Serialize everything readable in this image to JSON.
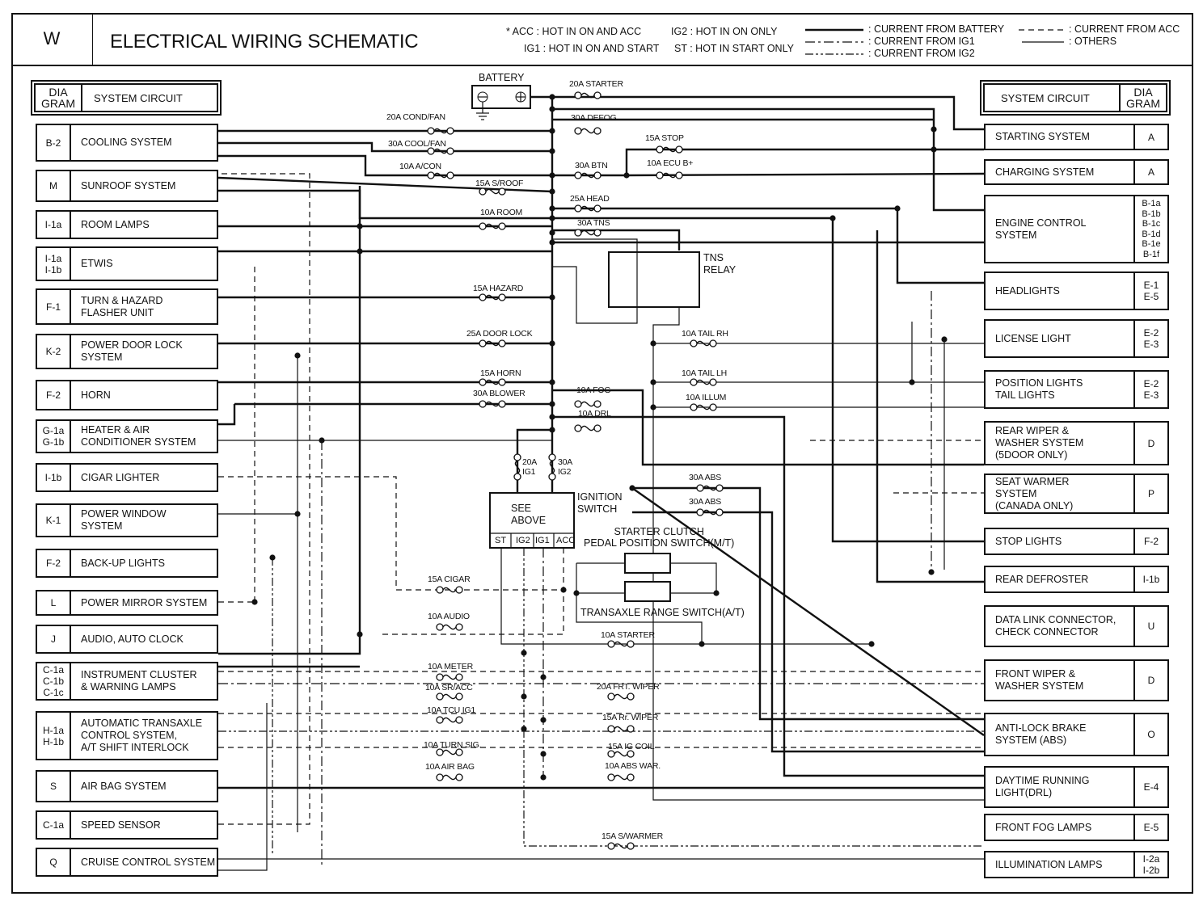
{
  "header": {
    "section_code": "W",
    "title": "ELECTRICAL WIRING SCHEMATIC",
    "legend_notes": [
      "* ACC : HOT IN ON AND ACC",
      "IG1 : HOT IN ON AND START",
      "IG2 : HOT IN ON ONLY",
      "ST : HOT IN START ONLY"
    ],
    "line_legend": [
      {
        "style": "thick-solid",
        "label": ": CURRENT FROM BATTERY"
      },
      {
        "style": "dash-dot",
        "label": ": CURRENT FROM IG1"
      },
      {
        "style": "dash-dot-dot",
        "label": ": CURRENT FROM IG2"
      },
      {
        "style": "dashed",
        "label": ": CURRENT FROM ACC"
      },
      {
        "style": "thin-solid",
        "label": ": OTHERS"
      }
    ]
  },
  "column_header": {
    "diagram": "DIA GRAM",
    "diagram_line1": "DIA",
    "diagram_line2": "GRAM",
    "system": "SYSTEM CIRCUIT"
  },
  "left_systems": [
    {
      "code": "B-2",
      "name": "COOLING SYSTEM"
    },
    {
      "code": "M",
      "name": "SUNROOF SYSTEM"
    },
    {
      "code": "I-1a",
      "name": "ROOM LAMPS"
    },
    {
      "code": "I-1a\nI-1b",
      "name": "ETWIS"
    },
    {
      "code": "F-1",
      "name": "TURN & HAZARD\nFLASHER UNIT"
    },
    {
      "code": "K-2",
      "name": "POWER DOOR LOCK\nSYSTEM"
    },
    {
      "code": "F-2",
      "name": "HORN"
    },
    {
      "code": "G-1a\nG-1b",
      "name": "HEATER & AIR\nCONDITIONER SYSTEM"
    },
    {
      "code": "I-1b",
      "name": "CIGAR LIGHTER"
    },
    {
      "code": "K-1",
      "name": "POWER WINDOW\nSYSTEM"
    },
    {
      "code": "F-2",
      "name": "BACK-UP LIGHTS"
    },
    {
      "code": "L",
      "name": "POWER MIRROR SYSTEM"
    },
    {
      "code": "J",
      "name": "AUDIO, AUTO CLOCK"
    },
    {
      "code": "C-1a\nC-1b\nC-1c",
      "name": "INSTRUMENT CLUSTER\n& WARNING LAMPS"
    },
    {
      "code": "H-1a\nH-1b",
      "name": "AUTOMATIC TRANSAXLE\nCONTROL SYSTEM,\nA/T SHIFT INTERLOCK"
    },
    {
      "code": "S",
      "name": "AIR BAG SYSTEM"
    },
    {
      "code": "C-1a",
      "name": "SPEED SENSOR"
    },
    {
      "code": "Q",
      "name": "CRUISE CONTROL SYSTEM"
    }
  ],
  "right_systems": [
    {
      "code": "A",
      "name": "STARTING SYSTEM"
    },
    {
      "code": "A",
      "name": "CHARGING SYSTEM"
    },
    {
      "code": "B-1a\nB-1b\nB-1c\nB-1d\nB-1e\nB-1f",
      "name": "ENGINE CONTROL\nSYSTEM"
    },
    {
      "code": "E-1\nE-5",
      "name": "HEADLIGHTS"
    },
    {
      "code": "E-2\nE-3",
      "name": "LICENSE LIGHT"
    },
    {
      "code": "E-2\nE-3",
      "name": "POSITION LIGHTS\nTAIL LIGHTS"
    },
    {
      "code": "D",
      "name": "REAR WIPER &\nWASHER SYSTEM\n(5DOOR ONLY)"
    },
    {
      "code": "P",
      "name": "SEAT WARMER\nSYSTEM\n(CANADA ONLY)"
    },
    {
      "code": "F-2",
      "name": "STOP LIGHTS"
    },
    {
      "code": "I-1b",
      "name": "REAR DEFROSTER"
    },
    {
      "code": "U",
      "name": "DATA LINK CONNECTOR,\nCHECK CONNECTOR"
    },
    {
      "code": "D",
      "name": "FRONT WIPER &\nWASHER SYSTEM"
    },
    {
      "code": "O",
      "name": "ANTI-LOCK BRAKE\nSYSTEM (ABS)"
    },
    {
      "code": "E-4",
      "name": "DAYTIME RUNNING\nLIGHT(DRL)"
    },
    {
      "code": "E-5",
      "name": "FRONT FOG LAMPS"
    },
    {
      "code": "I-2a\nI-2b",
      "name": "ILLUMINATION LAMPS"
    }
  ],
  "components": {
    "battery": "BATTERY",
    "tns_relay": "TNS\nRELAY",
    "ignition_switch": "IGNITION\nSWITCH",
    "ignition_body": "SEE\nABOVE",
    "ignition_terminals": [
      "ST",
      "IG2",
      "IG1",
      "ACC"
    ],
    "clutch_switch": "STARTER CLUTCH\nPEDAL POSITION SWITCH(M/T)",
    "transaxle_switch": "TRANSAXLE RANGE SWITCH(A/T)"
  },
  "fuses": [
    "20A STARTER",
    "20A COND/FAN",
    "30A DEFOG",
    "30A COOL/FAN",
    "15A STOP",
    "10A A/CON",
    "30A BTN",
    "10A ECU B+",
    "15A S/ROOF",
    "25A HEAD",
    "10A ROOM",
    "30A TNS",
    "15A HAZARD",
    "25A DOOR LOCK",
    "10A TAIL RH",
    "15A HORN",
    "10A TAIL LH",
    "30A BLOWER",
    "10A FOG",
    "10A ILLUM",
    "10A DRL",
    "20A IG1",
    "30A IG2",
    "30A ABS",
    "30A ABS",
    "15A CIGAR",
    "10A AUDIO",
    "10A STARTER",
    "10A METER",
    "10A SR/ACC",
    "20A FRT. WIPER",
    "10A TCU IG1",
    "15A Rr. WIPER",
    "10A TURN SIG.",
    "15A IG COIL",
    "10A AIR BAG",
    "10A ABS WAR.",
    "15A S/WARMER"
  ]
}
